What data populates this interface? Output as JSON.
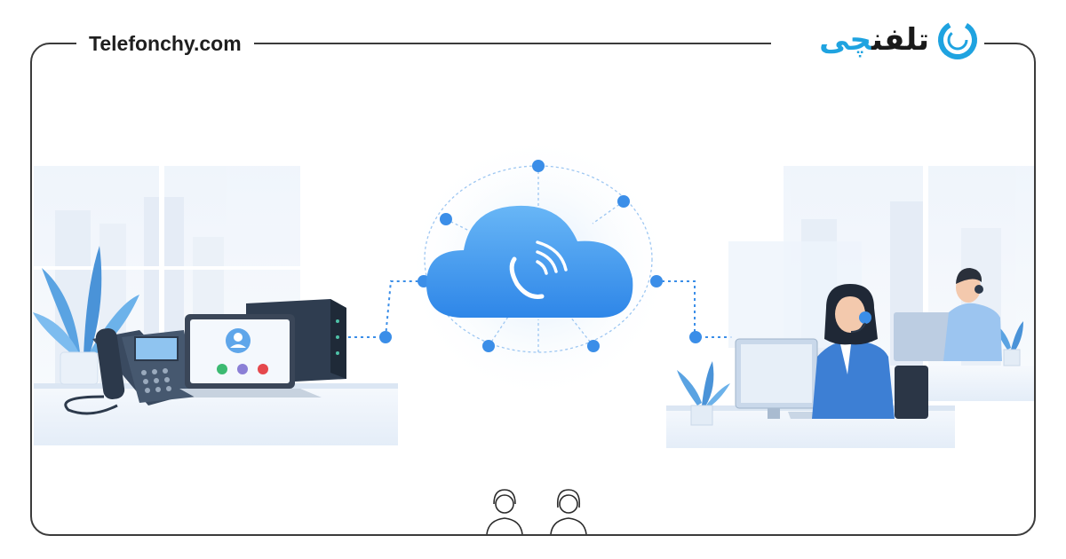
{
  "header": {
    "site": "Telefonchy.com",
    "brand_part1": "تلفن",
    "brand_part2": "چی"
  },
  "icons": {
    "logo": "ring-logo-icon",
    "cloud": "cloud-phone-icon",
    "phone": "desk-phone-icon",
    "laptop": "laptop-video-call-icon",
    "server": "server-icon",
    "agent": "headset-agent-icon"
  },
  "colors": {
    "accent": "#1fa3e0",
    "cloud": "#3d95ee",
    "node": "#3b8ee8",
    "frame": "#3b3b3b",
    "call_green": "#3cba72",
    "call_purple": "#8a7fd6",
    "call_red": "#e5484d"
  }
}
